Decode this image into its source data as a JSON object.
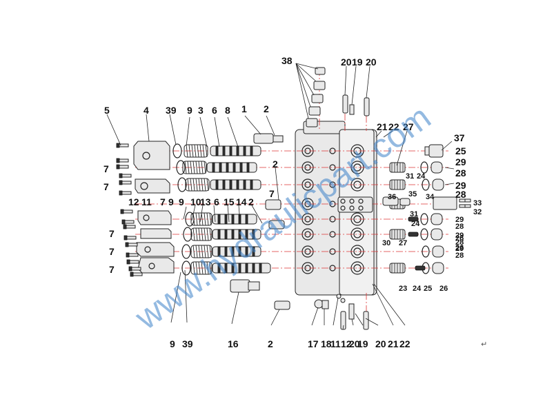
{
  "diagram": {
    "watermark": "www.hydraulicpart.com",
    "return_mark": "↵",
    "labels_top": [
      "5",
      "4",
      "39",
      "9",
      "3",
      "6",
      "8",
      "1",
      "2",
      "38",
      "20",
      "19",
      "20",
      "21",
      "22",
      "27",
      "37",
      "25",
      "29",
      "28",
      "29",
      "28"
    ],
    "labels_left": [
      "7",
      "7",
      "12",
      "11",
      "7",
      "9",
      "9",
      "10",
      "13",
      "6",
      "15",
      "14",
      "2",
      "2",
      "7",
      "7",
      "7"
    ],
    "labels_right": [
      "31",
      "24",
      "36",
      "35",
      "34",
      "33",
      "32",
      "31",
      "29",
      "28",
      "24",
      "29",
      "28",
      "26",
      "26",
      "30",
      "27",
      "29",
      "28",
      "23",
      "24",
      "25",
      "26"
    ],
    "labels_bottom": [
      "9",
      "39",
      "16",
      "2",
      "17",
      "18",
      "11",
      "12",
      "20",
      "19",
      "20",
      "21",
      "22"
    ]
  }
}
